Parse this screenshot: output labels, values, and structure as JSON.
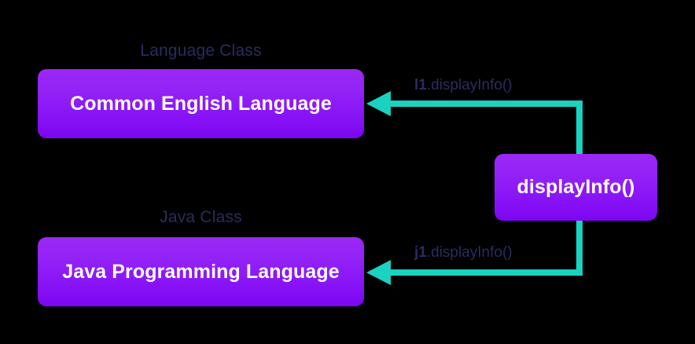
{
  "diagram": {
    "background_color": "#000000",
    "accent_box_color": "#8a16f7",
    "accent_arrow_color": "#19d3c0",
    "label_text_color": "#2b2b5f",
    "box_text_color": "#ffffff"
  },
  "captions": {
    "language_class": "Language Class",
    "java_class": "Java Class"
  },
  "boxes": {
    "common_english": "Common English Language",
    "java_programming": "Java Programming Language",
    "display_info": "displayInfo()"
  },
  "calls": [
    {
      "receiver": "l1",
      "method": ".displayInfo()",
      "full": "l1.displayInfo()",
      "target": "Common English Language"
    },
    {
      "receiver": "j1",
      "method": ".displayInfo()",
      "full": "j1.displayInfo()",
      "target": "Java Programming Language"
    }
  ]
}
